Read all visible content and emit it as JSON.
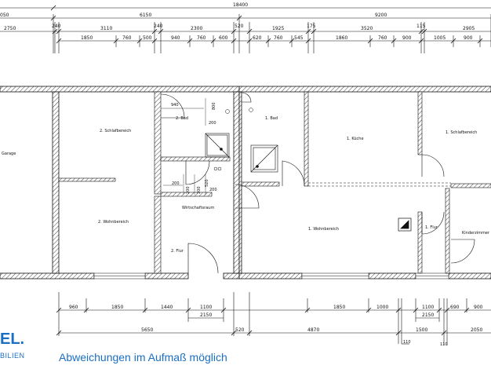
{
  "dimensions": {
    "overall": "18400",
    "top_row1": [
      "6150",
      "9200"
    ],
    "top_row2": [
      "2750",
      "240",
      "3110",
      "240",
      "2300",
      "520",
      "1925",
      "175",
      "3520",
      "115",
      "2905"
    ],
    "top_row3": [
      "1850",
      "760",
      "500",
      "940",
      "760",
      "600",
      "620",
      "760",
      "545",
      "1860",
      "760",
      "900",
      "1005",
      "900"
    ],
    "top_left_partial": "050",
    "bottom_row1": [
      "960",
      "1850",
      "1440",
      "1100",
      "1850",
      "1000",
      "1100",
      "690",
      "900"
    ],
    "bottom_row2": [
      "2150",
      "2150"
    ],
    "bottom_row3": [
      "5650",
      "520",
      "4870",
      "1500",
      "2050"
    ],
    "bottom_small": [
      "110",
      "110"
    ],
    "interior": [
      "940",
      "800",
      "200",
      "200",
      "200",
      "200",
      "520",
      "200"
    ]
  },
  "rooms": {
    "garage": "Garage",
    "bedroom2": "2. Schlafbereich",
    "bath2": "2. Bad",
    "living2": "2. Wohnbereich",
    "utility": "Wirtschaftsraum",
    "hall2": "2. Flur",
    "bath1": "1. Bad",
    "kitchen1": "1. Küche",
    "bedroom1": "1. Schlafbereich",
    "living1": "1. Wohnbereich",
    "hall1": "1. Flur",
    "kids": "Kinderzimmer"
  },
  "branding": {
    "logo_text": "EL.",
    "logo_sub": "BILIEN"
  },
  "disclaimer": "Abweichungen im Aufmaß möglich",
  "colors": {
    "accent": "#1a6fc4",
    "line": "#111111"
  }
}
